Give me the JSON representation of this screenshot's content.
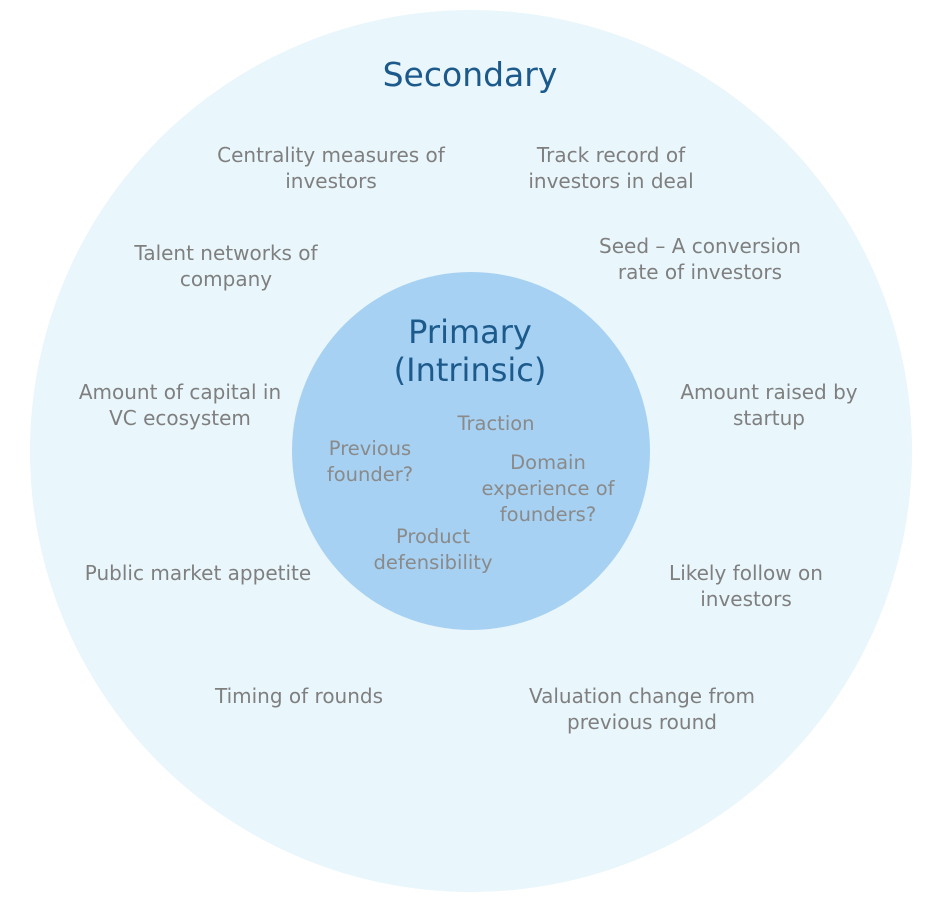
{
  "secondary": {
    "title": "Secondary",
    "factors": [
      "Centrality measures of\ninvestors",
      "Track record of\ninvestors in deal",
      "Talent networks of\ncompany",
      "Seed – A conversion\nrate of investors",
      "Amount of capital in\nVC ecosystem",
      "Amount raised by\nstartup",
      "Public market appetite",
      "Likely follow on\ninvestors",
      "Timing of rounds",
      "Valuation change from\nprevious round"
    ]
  },
  "primary": {
    "title": "Primary\n(Intrinsic)",
    "factors": [
      "Traction",
      "Previous\nfounder?",
      "Domain\nexperience of\nfounders?",
      "Product\ndefensibility"
    ]
  },
  "colors": {
    "outer_fill": "#e9f6fb",
    "inner_fill": "#a6d1f2",
    "title_text": "#1c5a8c",
    "factor_text": "#7f7f7f"
  }
}
